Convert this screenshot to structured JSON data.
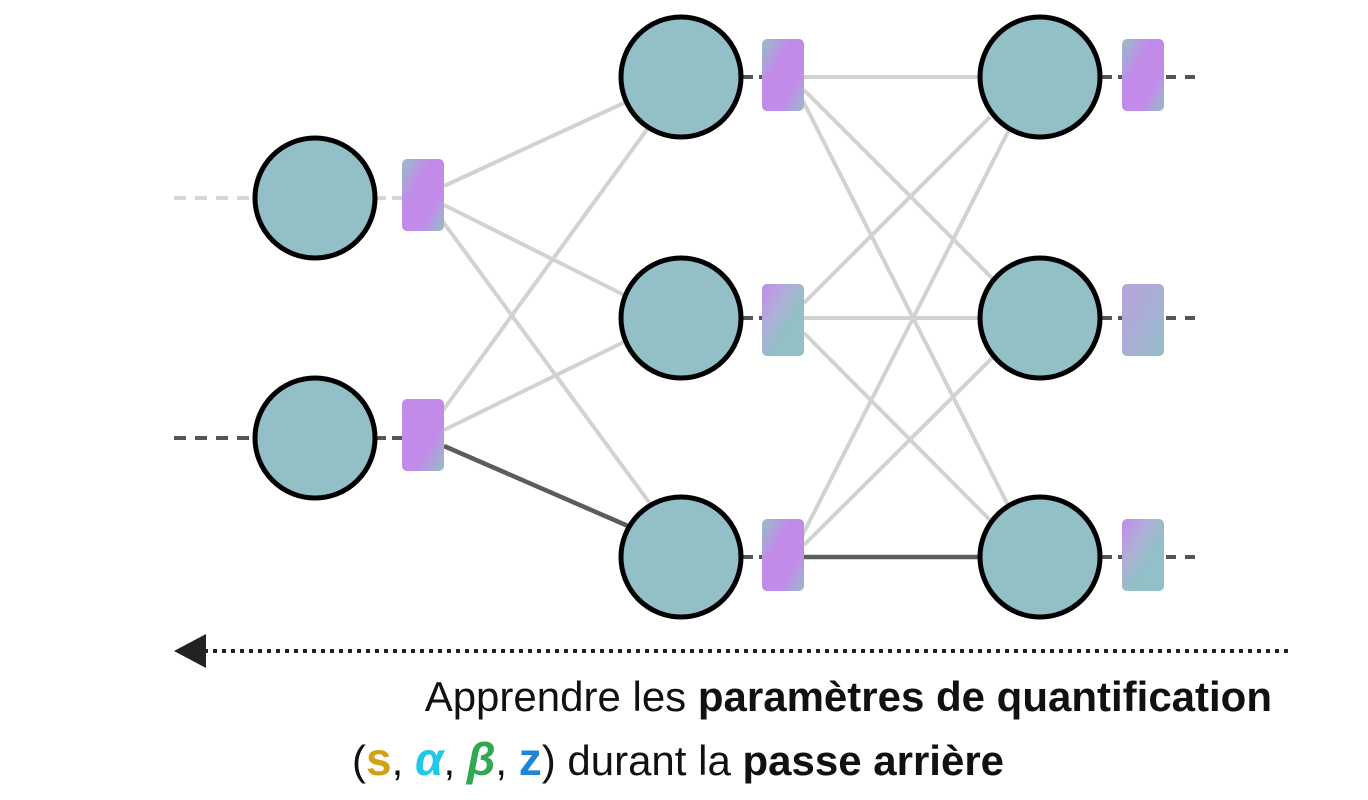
{
  "colors": {
    "neuron_fill": "#93bfc6",
    "neuron_stroke": "#000000",
    "quant_purple": "#c28bea",
    "quant_teal": "#93bfc6",
    "edge_light": "#d2d2d2",
    "edge_dark": "#5c5c5c",
    "dash_light": "#d6d6d6",
    "dash_dark": "#555555",
    "arrow": "#222222",
    "s": "#d4a017",
    "alpha": "#1ec8e6",
    "beta": "#2fa84f",
    "z": "#1f86d6"
  },
  "caption": {
    "line1_prefix": "Apprendre les ",
    "line1_bold": "paramètres de quantification",
    "open_paren": "(",
    "s": "s",
    "comma1": ", ",
    "alpha": "α",
    "comma2": ", ",
    "beta": "β",
    "comma3": ", ",
    "z": "z",
    "line2_mid": ") durant la ",
    "line2_bold": "passe arrière"
  }
}
